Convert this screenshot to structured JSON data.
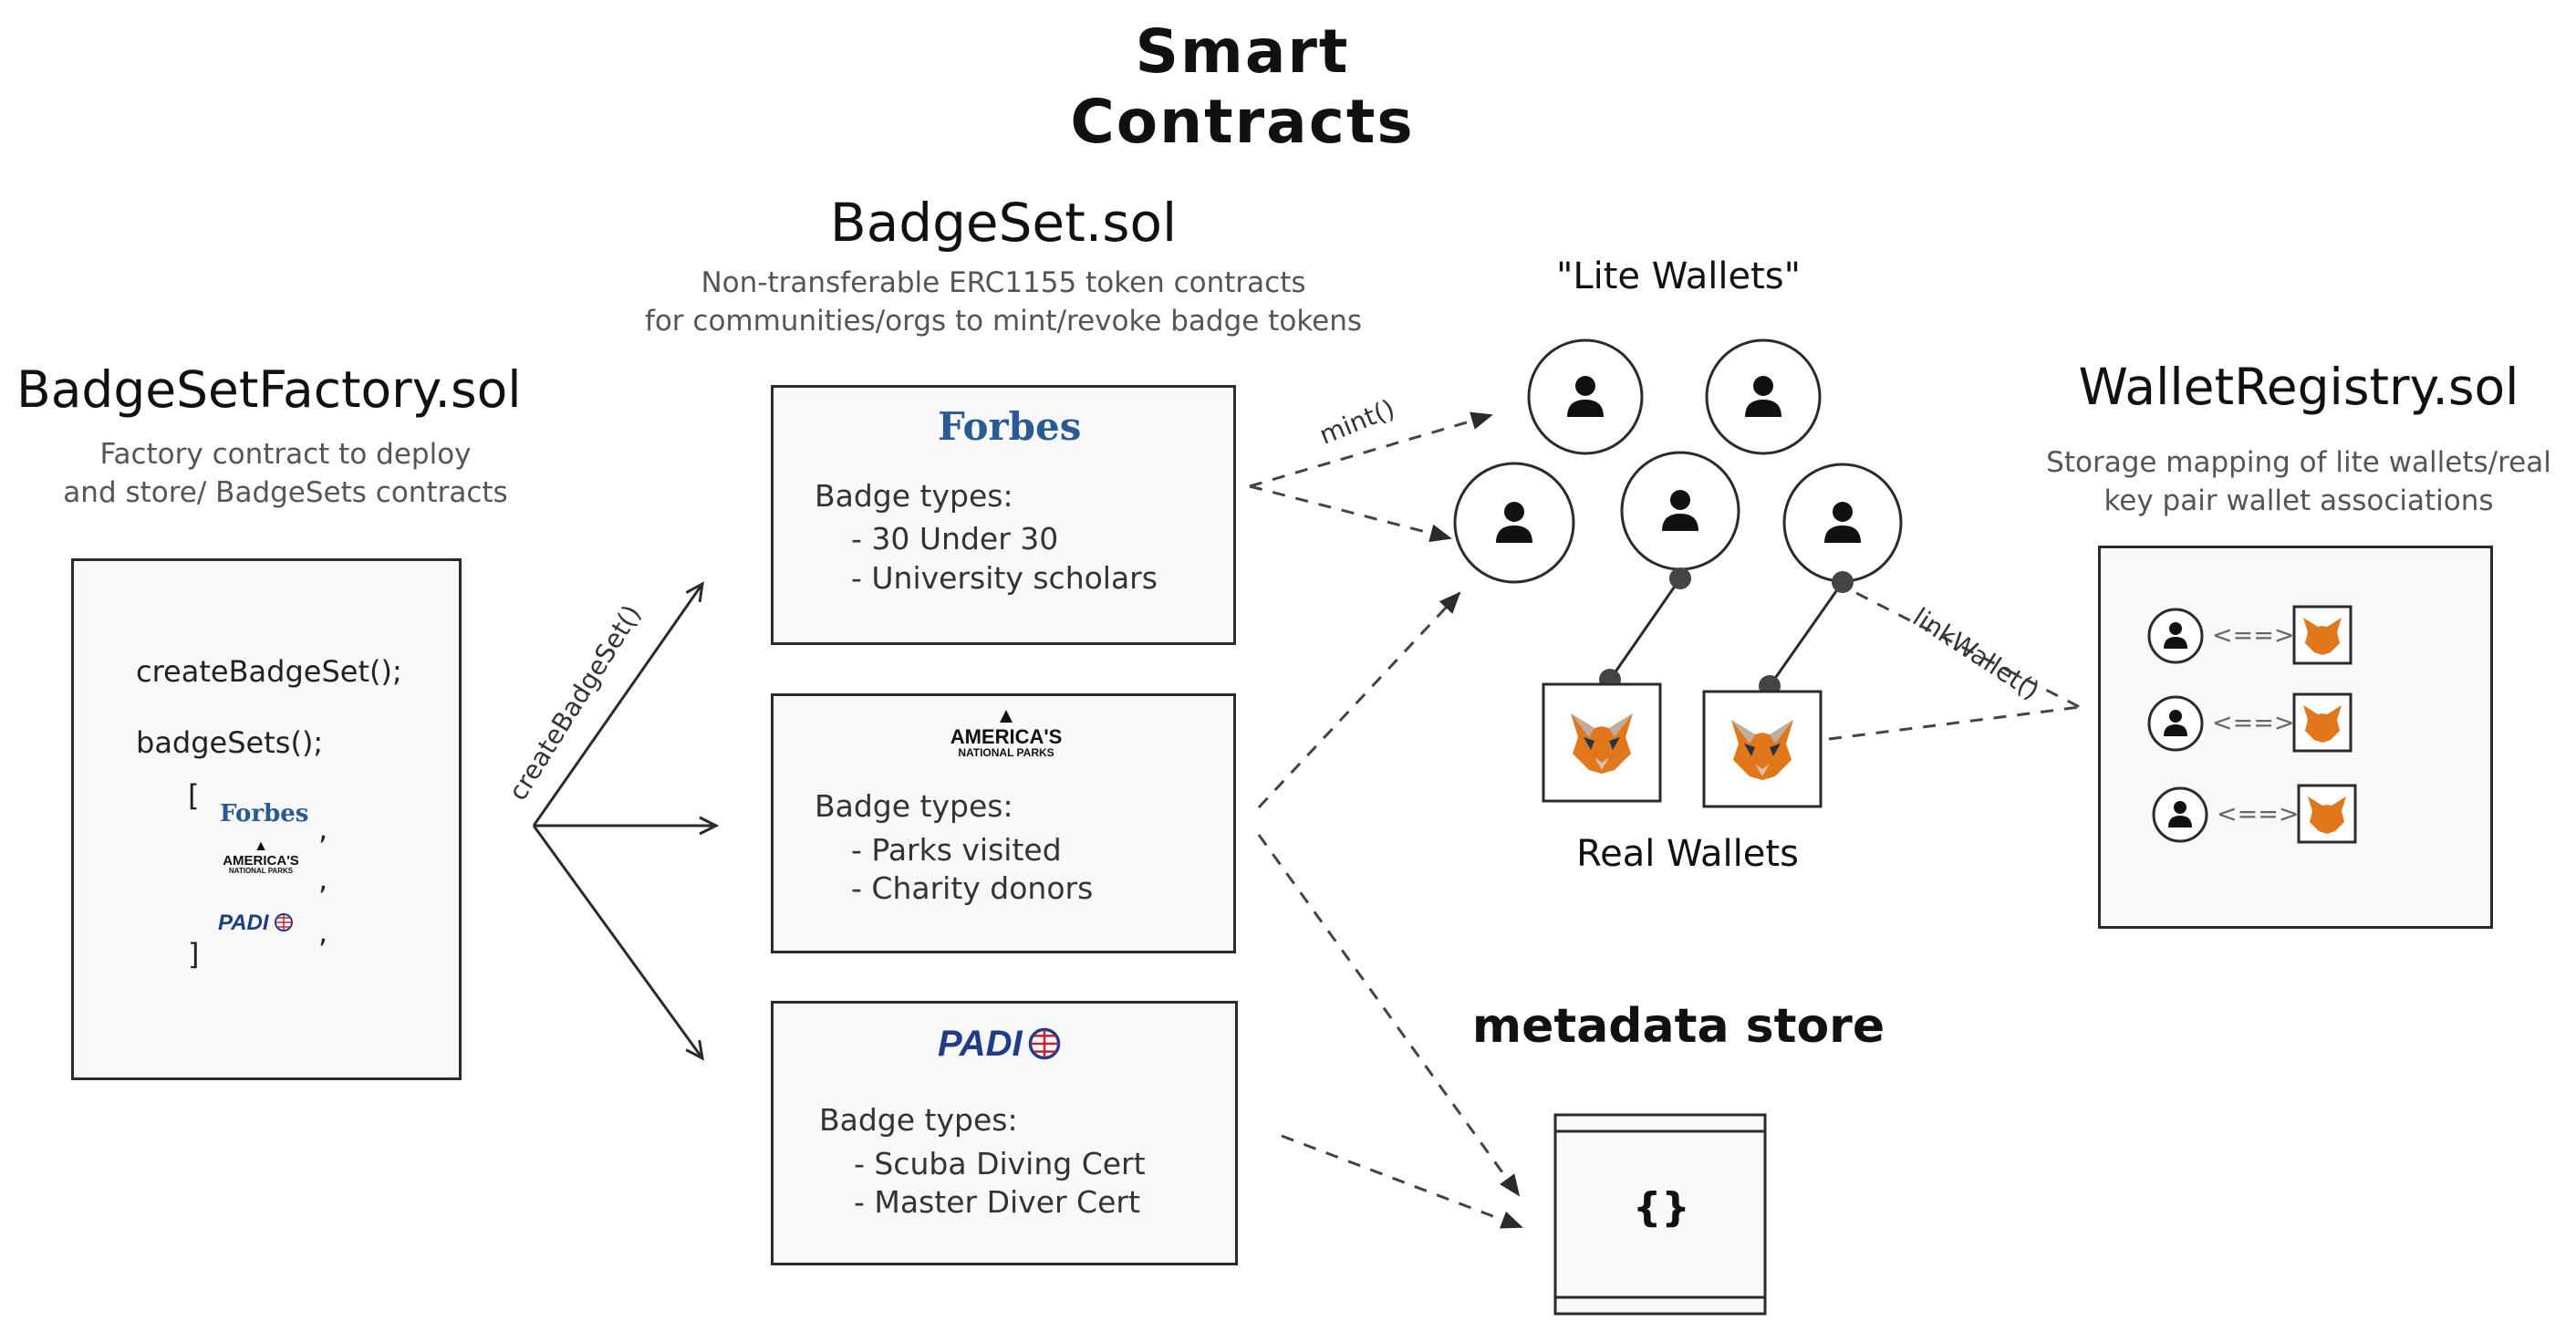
{
  "title": "Smart Contracts",
  "factory": {
    "name": "BadgeSetFactory.sol",
    "description_line1": "Factory contract to deploy",
    "description_line2": "and store/ BadgeSets contracts",
    "code_create": "createBadgeSet();",
    "code_badgesets": "badgeSets();",
    "bracket_open": "[",
    "bracket_close": "]",
    "comma": ","
  },
  "badgeset": {
    "name": "BadgeSet.sol",
    "description_line1": "Non-transferable ERC1155 token contracts",
    "description_line2": "for communities/orgs to mint/revoke badge tokens",
    "edge_create": "createBadgeSet()",
    "cards": [
      {
        "logo": "Forbes",
        "types_label": "Badge types:",
        "items": [
          "- 30 Under 30",
          "- University scholars"
        ]
      },
      {
        "logo_line1": "AMERICA'S",
        "logo_line2": "NATIONAL PARKS",
        "types_label": "Badge types:",
        "items": [
          "- Parks visited",
          "- Charity donors"
        ]
      },
      {
        "logo": "PADI",
        "types_label": "Badge types:",
        "items": [
          "- Scuba Diving Cert",
          "- Master Diver Cert"
        ]
      }
    ]
  },
  "lite_wallets": {
    "title": "\"Lite Wallets\"",
    "edge_mint": "mint()"
  },
  "real_wallets": {
    "title": "Real Wallets"
  },
  "registry": {
    "name": "WalletRegistry.sol",
    "description_line1": "Storage mapping of lite wallets/real",
    "description_line2": "key pair wallet associations",
    "edge_link": "linkWallet()",
    "mapping_symbol": "<==>"
  },
  "metadata": {
    "title": "metadata store",
    "icon_text": "{}"
  },
  "colors": {
    "stroke": "#2b2b2b",
    "card_bg": "#f8f8f8",
    "forbes_blue": "#2a5a94",
    "padi_blue": "#1f3c88",
    "fox_orange": "#e2761b"
  }
}
